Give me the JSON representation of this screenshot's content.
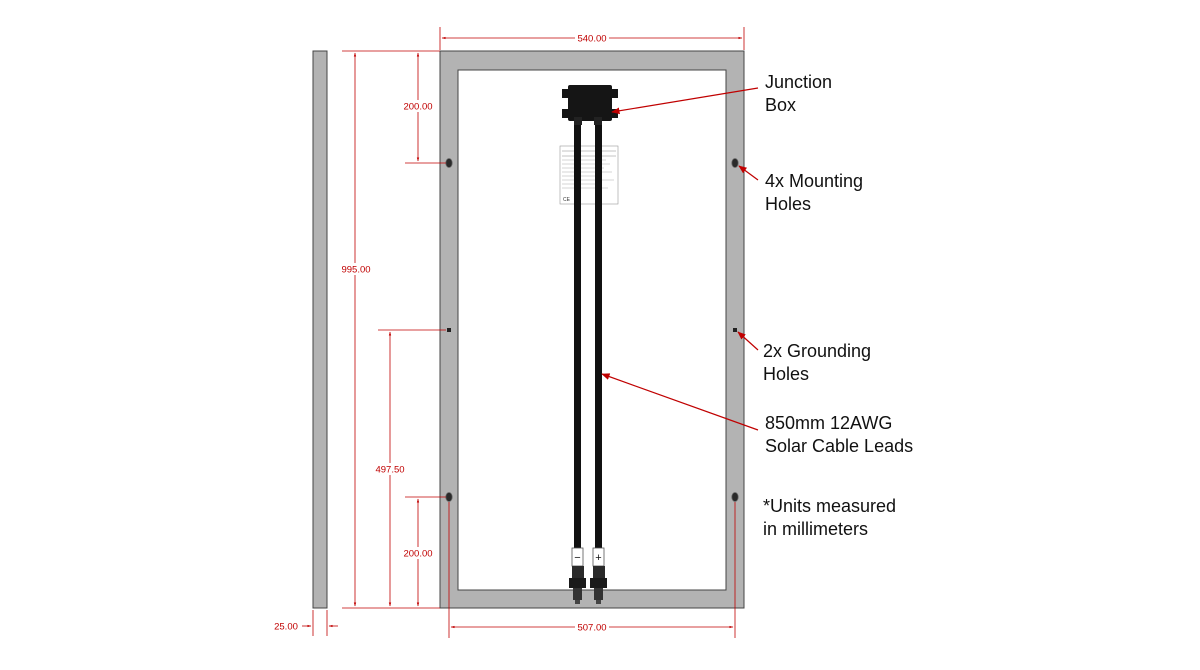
{
  "colors": {
    "frame": "#b3b3b3",
    "frame_edge": "#444444",
    "dimension": "#c00000",
    "cable": "#111111",
    "junction_box": "#151515",
    "text": "#111111"
  },
  "dimensions": {
    "width_overall": "540.00",
    "height_overall": "995.00",
    "top_hole_offset": "200.00",
    "ground_hole_height": "497.50",
    "bottom_hole_offset": "200.00",
    "hole_spacing": "507.00",
    "frame_thickness": "25.00"
  },
  "callouts": {
    "junction_box": [
      "Junction",
      "Box"
    ],
    "mounting_holes": [
      "4x Mounting",
      "Holes"
    ],
    "grounding_holes": [
      "2x Grounding",
      "Holes"
    ],
    "cable_leads": [
      "850mm 12AWG",
      "Solar Cable Leads"
    ],
    "units_note": [
      "*Units measured",
      "in millimeters"
    ]
  },
  "connectors": {
    "negative": "−",
    "positive": "+"
  },
  "spec_label": {
    "ce_mark": "CE"
  }
}
